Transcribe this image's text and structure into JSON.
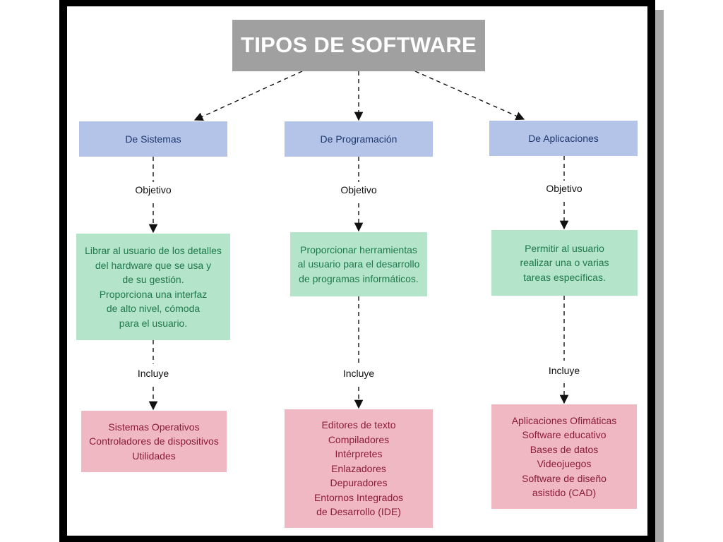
{
  "title": "TIPOS DE SOFTWARE",
  "columns": [
    {
      "category": "De Sistemas",
      "objective_label": "Objetivo",
      "objective_lines": [
        "Librar al usuario de los detalles",
        "del hardware que se usa y",
        "de su gestión.",
        "Proporciona una interfaz",
        "de alto nivel, cómoda",
        "para el usuario."
      ],
      "includes_label": "Incluye",
      "includes_lines": [
        "Sistemas Operativos",
        "Controladores de dispositivos",
        "Utilidades"
      ]
    },
    {
      "category": "De Programación",
      "objective_label": "Objetivo",
      "objective_lines": [
        "Proporcionar herramientas",
        "al usuario para el desarrollo",
        "de programas informáticos."
      ],
      "includes_label": "Incluye",
      "includes_lines": [
        "Editores de texto",
        "Compiladores",
        "Intérpretes",
        "Enlazadores",
        "Depuradores",
        "Entornos Integrados",
        "de Desarrollo (IDE)"
      ]
    },
    {
      "category": "De Aplicaciones",
      "objective_label": "Objetivo",
      "objective_lines": [
        "Permitir al usuario",
        "realizar una o varias",
        "tareas específicas."
      ],
      "includes_label": "Incluye",
      "includes_lines": [
        "Aplicaciones Ofimáticas",
        "Software educativo",
        "Bases de datos",
        "Videojuegos",
        "Software de diseño",
        "asistido (CAD)"
      ]
    }
  ],
  "colors": {
    "title_bg": "#a0a0a0",
    "category_bg": "#b4c3e8",
    "objective_bg": "#b4e4c9",
    "includes_bg": "#f0b8c3",
    "frame": "#000000"
  }
}
